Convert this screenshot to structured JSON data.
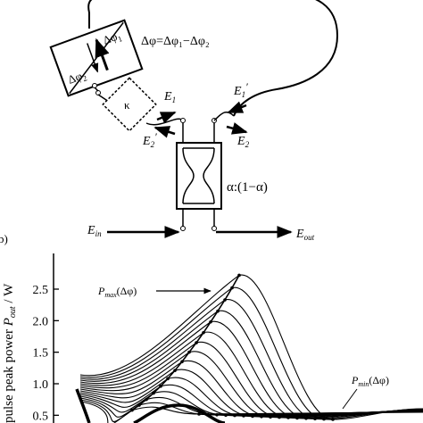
{
  "diagram": {
    "phase_box": {
      "dphi1": "Δφ",
      "dphi1_sub": "1",
      "dphi2": "Δφ",
      "dphi2_sub": "2"
    },
    "phase_equation": "Δφ=Δφ₁−Δφ₂",
    "kappa": "κ",
    "field_E1": {
      "base": "E",
      "sub": "1"
    },
    "field_E1p": {
      "base": "E",
      "sub": "1",
      "prime": "′"
    },
    "field_E2": {
      "base": "E",
      "sub": "2"
    },
    "field_E2p": {
      "base": "E",
      "sub": "2",
      "prime": "′"
    },
    "coupler_ratio": "α:(1−α)",
    "field_Ein": {
      "base": "E",
      "sub": "in"
    },
    "field_Eout": {
      "base": "E",
      "sub": "out"
    }
  },
  "chart_panel": {
    "panel_label": "b)",
    "ylabel_prefix": "pulse peak power ",
    "ylabel_P": "P",
    "ylabel_sub": "out",
    "ylabel_unit": " / W",
    "curve_label_max": {
      "base": "P",
      "sub": "max",
      "arg": "(Δφ)"
    },
    "curve_label_min": {
      "base": "P",
      "sub": "min",
      "arg": "(Δφ)"
    }
  },
  "chart_data": {
    "type": "line",
    "ylim": [
      0.45,
      3.0
    ],
    "yticks": [
      {
        "value": 0.5,
        "label": "0.5"
      },
      {
        "value": 1.0,
        "label": "1.0"
      },
      {
        "value": 1.5,
        "label": "1.5"
      },
      {
        "value": 2.0,
        "label": "2.0"
      },
      {
        "value": 2.5,
        "label": "2.5"
      }
    ],
    "family_peaks": [
      2.72,
      2.52,
      2.33,
      2.15,
      1.98,
      1.81,
      1.65,
      1.5,
      1.35,
      1.21,
      1.08,
      0.96,
      0.85,
      0.75,
      0.66,
      0.58
    ],
    "bold_curve_peak": 0.66
  }
}
